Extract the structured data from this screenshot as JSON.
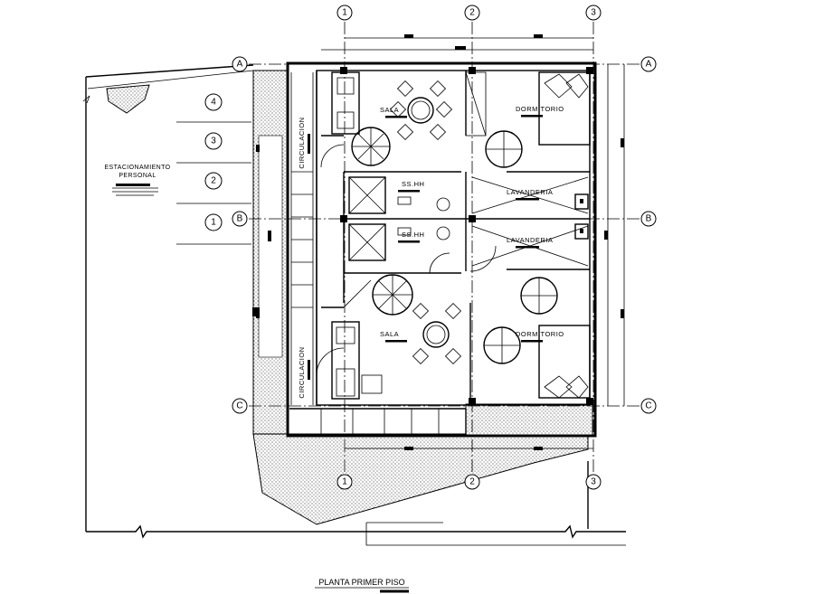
{
  "drawing": {
    "title": "PLANTA PRIMER PISO"
  },
  "grid_axes": {
    "vertical": [
      "1",
      "2",
      "3"
    ],
    "horizontal": [
      "A",
      "B",
      "C"
    ]
  },
  "parking": {
    "label_line1": "ESTACIONAMIENTO",
    "label_line2": "PERSONAL",
    "stalls": [
      "4",
      "3",
      "2",
      "1"
    ]
  },
  "rooms": {
    "circulation_top": "CIRCULACION",
    "circulation_bottom": "CIRCULACION",
    "living_top": "SALA",
    "living_bottom": "SALA",
    "bath_top": "SS.HH",
    "bath_bottom": "SS.HH",
    "laundry_top": "LAVANDERIA",
    "laundry_bottom": "LAVANDERIA",
    "bedroom_top": "DORMITORIO",
    "bedroom_bottom": "DORMITORIO"
  },
  "colors": {
    "line": "#000000",
    "background": "#ffffff"
  }
}
